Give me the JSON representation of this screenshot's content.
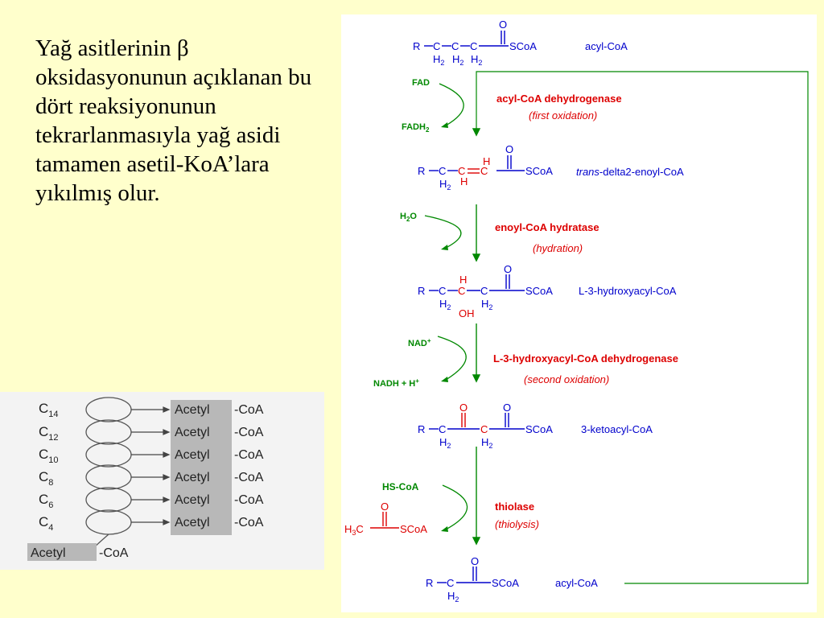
{
  "slide": {
    "paragraph": "Yağ asitlerinin β oksidasyonunun açıklanan bu dört reaksiyonunun tekrarlanmasıyla yağ asidi tamamen asetil-KoA’lara yıkılmış olur."
  },
  "spiral": {
    "carbons": [
      {
        "main": "C",
        "sub": "14"
      },
      {
        "main": "C",
        "sub": "12"
      },
      {
        "main": "C",
        "sub": "10"
      },
      {
        "main": "C",
        "sub": "8"
      },
      {
        "main": "C",
        "sub": "6"
      },
      {
        "main": "C",
        "sub": "4"
      }
    ],
    "acetyl": "Acetyl",
    "coa": "-CoA"
  },
  "pathway": {
    "compounds": {
      "acyl_coa": "acyl-CoA",
      "trans_prefix": "trans",
      "trans_rest": "-delta2-enoyl-CoA",
      "hydroxyacyl": "L-3-hydroxyacyl-CoA",
      "ketoacyl": "3-ketoacyl-CoA",
      "acyl_coa_end": "acyl-CoA"
    },
    "steps": {
      "s1_enzyme": "acyl-CoA dehydrogenase",
      "s1_note": "(first oxidation)",
      "s2_enzyme": "enoyl-CoA hydratase",
      "s2_note": "(hydration)",
      "s3_enzyme": "L-3-hydroxyacyl-CoA dehydrogenase",
      "s3_note": "(second oxidation)",
      "s4_enzyme": "thiolase",
      "s4_note": "(thiolysis)"
    },
    "cofactors": {
      "fad": "FAD",
      "fadh2": "FADH",
      "fadh2_sub": "2",
      "h2o_h": "H",
      "h2o_sub": "2",
      "h2o_o": "O",
      "nad": "NAD",
      "nad_sup": "+",
      "nadh": "NADH + H",
      "nadh_sup": "+",
      "hscoa": "HS-CoA"
    },
    "atoms": {
      "R": "R",
      "C": "C",
      "H": "H",
      "O": "O",
      "OH": "OH",
      "H2_main": "H",
      "H2_sub": "2",
      "SCoA": "SCoA",
      "H3C_main": "H",
      "H3C_sub": "3",
      "H3C_c": "C"
    },
    "colors": {
      "structure": "#0000cc",
      "enzyme": "#dd0000",
      "cofactor": "#008800",
      "background": "#ffffcc"
    }
  }
}
